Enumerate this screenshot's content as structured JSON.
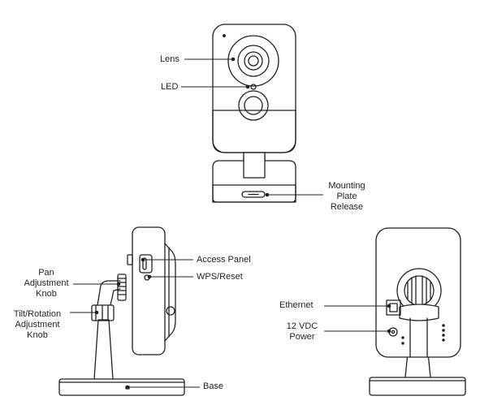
{
  "labels": {
    "lens": "Lens",
    "led": "LED",
    "mounting": [
      "Mounting",
      "Plate",
      "Release"
    ],
    "access_panel": "Access Panel",
    "wps_reset": "WPS/Reset",
    "pan": [
      "Pan",
      "Adjustment",
      "Knob"
    ],
    "tilt": [
      "Tilt/Rotation",
      "Adjustment",
      "Knob"
    ],
    "base": "Base",
    "ethernet": "Ethernet",
    "power": [
      "12 VDC",
      "Power"
    ]
  },
  "colors": {
    "stroke": "#231f20",
    "fill": "#ffffff"
  }
}
